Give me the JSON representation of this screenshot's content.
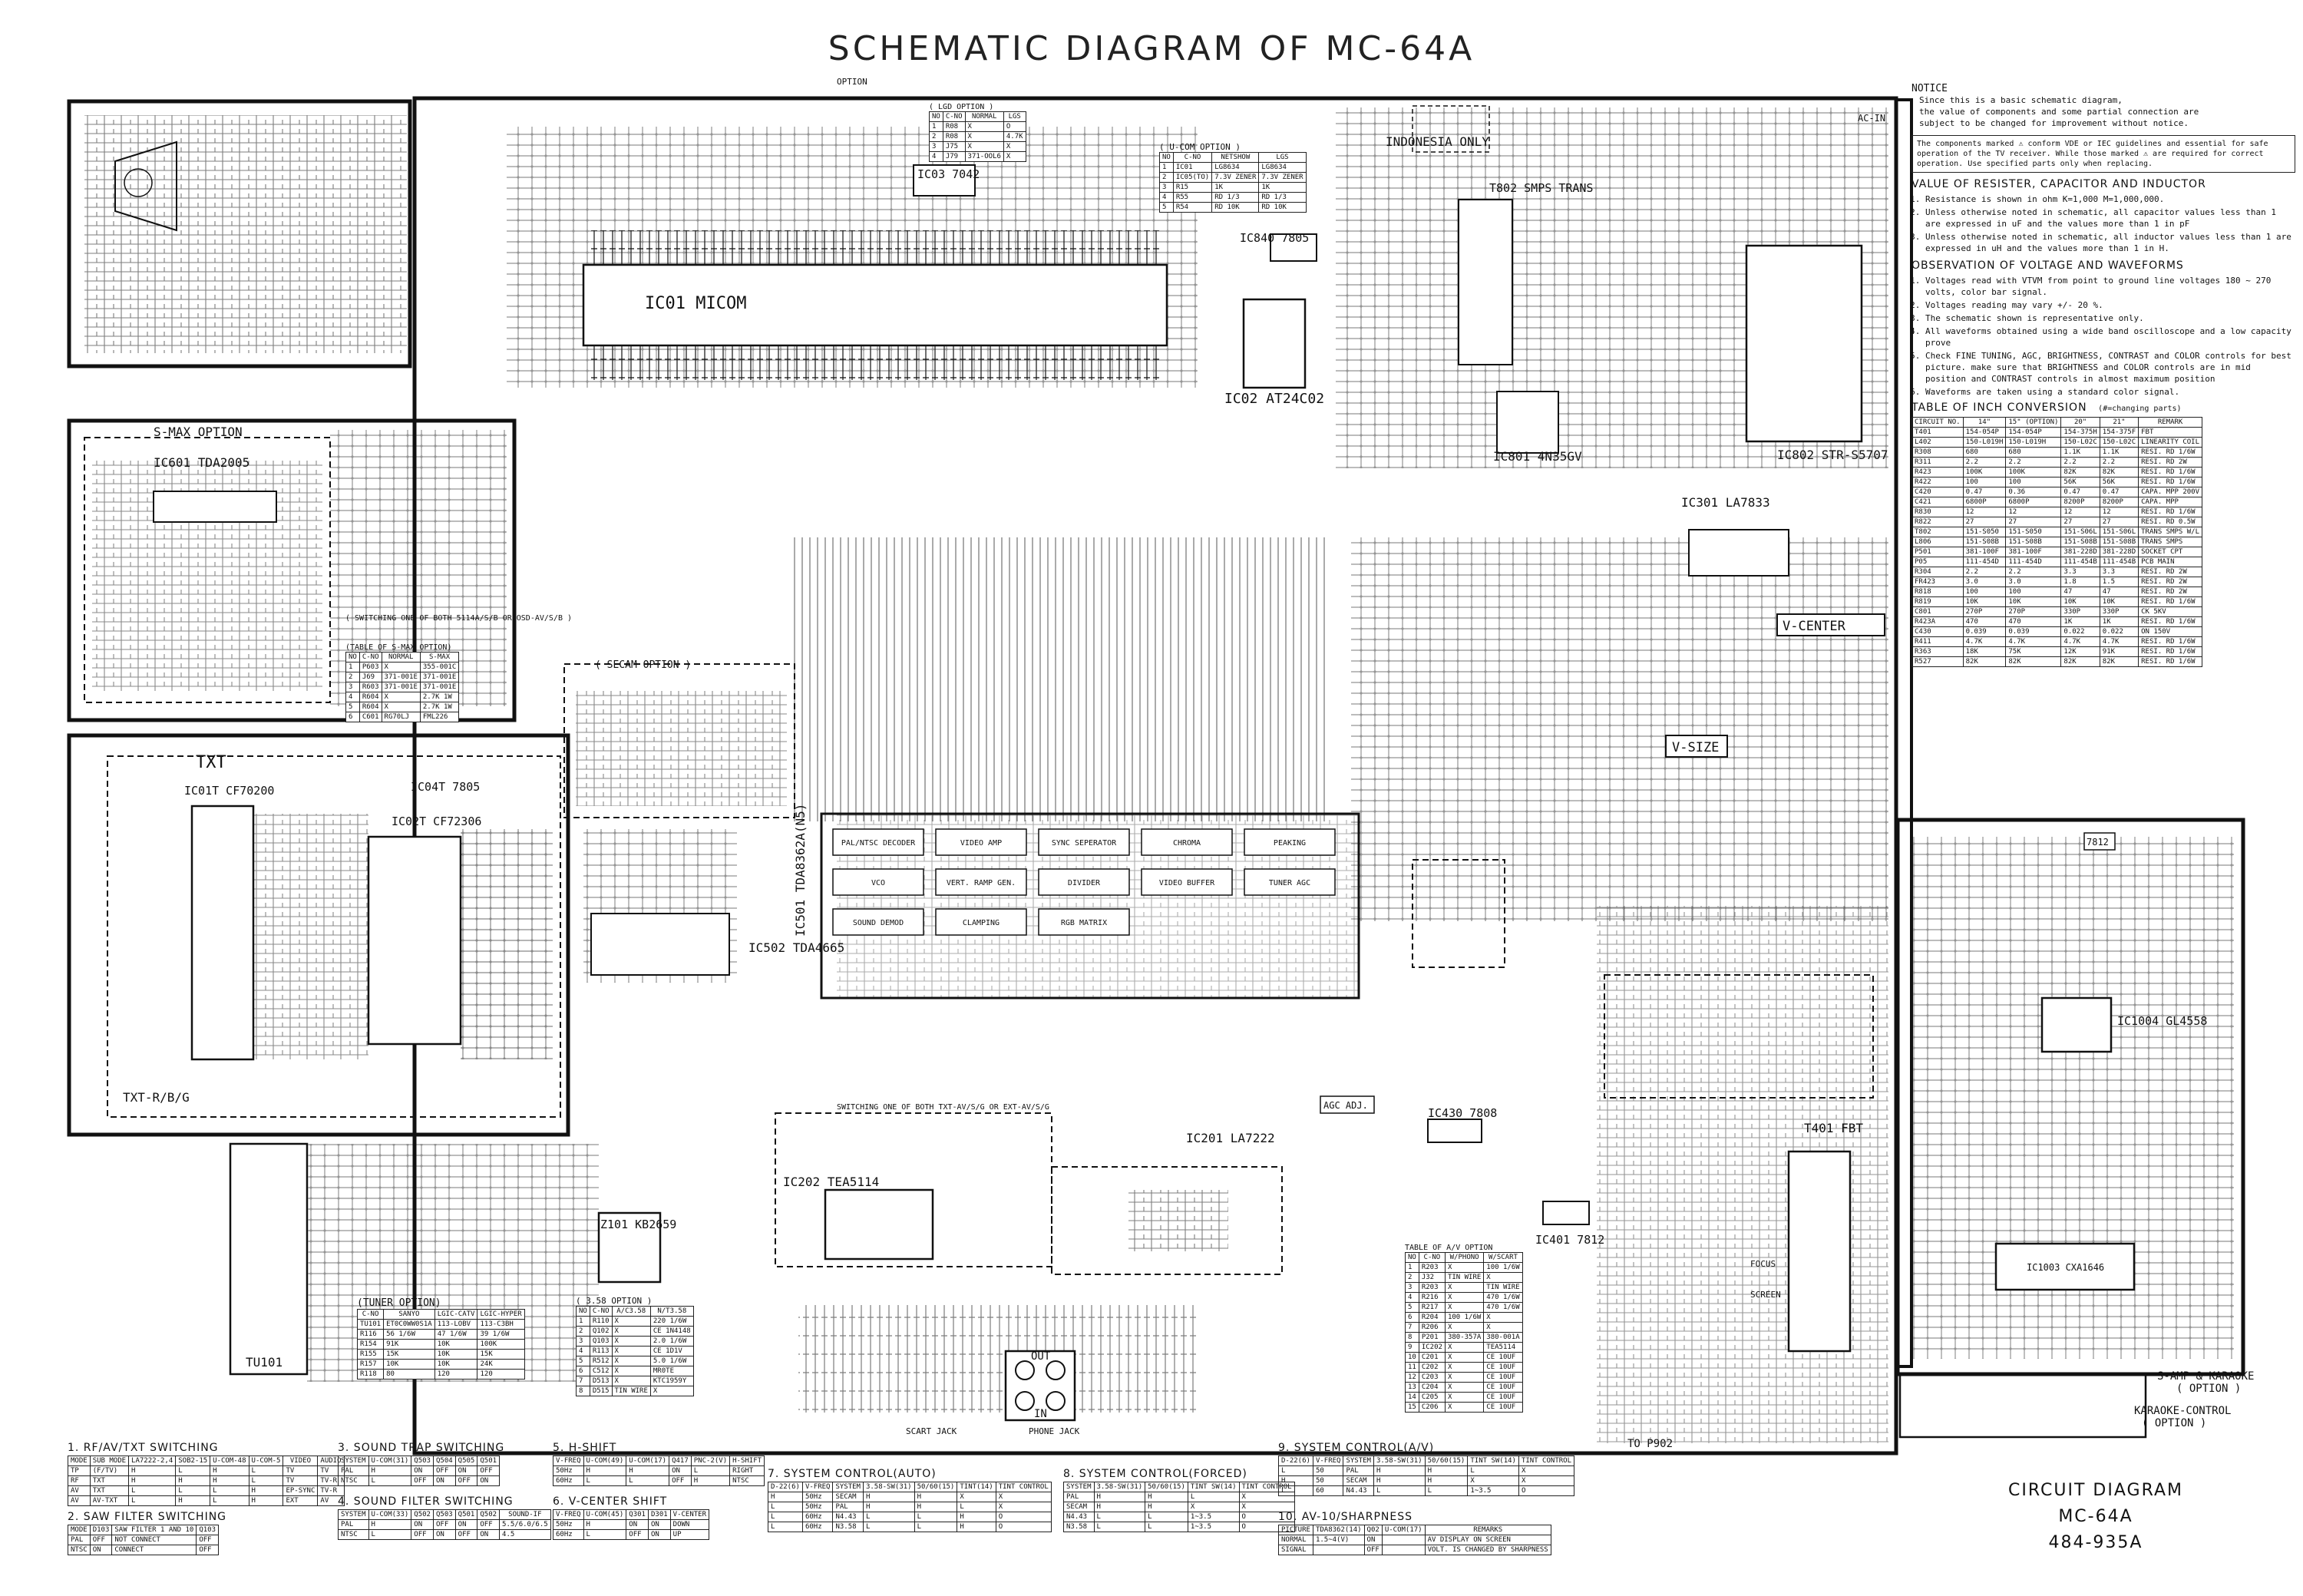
{
  "title": "SCHEMATIC DIAGRAM OF MC-64A",
  "notice": {
    "heading": "NOTICE",
    "lines": [
      "Since this is a basic schematic diagram,",
      "the value of components and some partial connection are",
      "subject to be changed for improvement without notice."
    ],
    "warning": "The components marked ⚠ conform VDE or IEC guidelines and essential for safe operation of the TV receiver. While those marked ⚠ are required for correct operation. Use specified parts only when replacing."
  },
  "value_section": {
    "heading": "VALUE OF RESISTER, CAPACITOR AND INDUCTOR",
    "items": [
      "Resistance is shown in ohm K=1,000 M=1,000,000.",
      "Unless otherwise noted in schematic, all capacitor values less than 1 are expressed in uF and the values more than 1 in pF",
      "Unless otherwise noted in schematic, all inductor values less than 1 are expressed in uH and the values more than 1 in H."
    ]
  },
  "observation_section": {
    "heading": "OBSERVATION OF VOLTAGE AND WAVEFORMS",
    "items": [
      "Voltages read with VTVM from point to ground line voltages 180 ~ 270 volts, color bar signal.",
      "Voltages reading may vary +/- 20 %.",
      "The schematic shown is representative only.",
      "All waveforms obtained using a wide band oscilloscope and a low capacity prove",
      "Check FINE TUNING, AGC, BRIGHTNESS, CONTRAST and COLOR controls for best picture. make sure that BRIGHTNESS and COLOR controls are in mid position and CONTRAST controls in almost maximum position",
      "Waveforms are taken using a standard color signal."
    ]
  },
  "inch_table": {
    "heading": "TABLE OF INCH CONVERSION",
    "note": "(#=changing parts)",
    "header": [
      "CIRCUIT NO.",
      "14\"",
      "15\" (OPTION)",
      "20\"",
      "21\"",
      "REMARK"
    ],
    "rows": [
      [
        "T401",
        "154-054P",
        "154-054P",
        "154-375H",
        "154-375F",
        "FBT"
      ],
      [
        "L402",
        "150-L019H",
        "150-L019H",
        "150-L02C",
        "150-L02C",
        "LINEARITY COIL"
      ],
      [
        "R308",
        "680",
        "680",
        "1.1K",
        "1.1K",
        "RESI. RD 1/6W"
      ],
      [
        "R311",
        "2.2",
        "2.2",
        "2.2",
        "2.2",
        "RESI. RD 2W"
      ],
      [
        "R423",
        "100K",
        "100K",
        "82K",
        "82K",
        "RESI. RD 1/6W"
      ],
      [
        "R422",
        "100",
        "100",
        "56K",
        "56K",
        "RESI. RD 1/6W"
      ],
      [
        "C420",
        "0.47",
        "0.36",
        "0.47",
        "0.47",
        "CAPA. MPP 200V"
      ],
      [
        "C421",
        "6800P",
        "6800P",
        "8200P",
        "8200P",
        "CAPA. MPP"
      ],
      [
        "R830",
        "12",
        "12",
        "12",
        "12",
        "RESI. RD 1/6W"
      ],
      [
        "R822",
        "27",
        "27",
        "27",
        "27",
        "RESI. RD 0.5W"
      ],
      [
        "T802",
        "151-S050",
        "151-S050",
        "151-S06L",
        "151-S06L",
        "TRANS SMPS W/L"
      ],
      [
        "L806",
        "151-S08B",
        "151-S08B",
        "151-S08B",
        "151-S08B",
        "TRANS SMPS"
      ],
      [
        "P501",
        "381-100F",
        "381-100F",
        "381-228D",
        "381-228D",
        "SOCKET CPT"
      ],
      [
        "P05",
        "111-454D",
        "111-454D",
        "111-454B",
        "111-454B",
        "PCB MAIN"
      ],
      [
        "R304",
        "2.2",
        "2.2",
        "3.3",
        "3.3",
        "RESI. RD 2W"
      ],
      [
        "FR423",
        "3.0",
        "3.0",
        "1.8",
        "1.5",
        "RESI. RD 2W"
      ],
      [
        "R818",
        "100",
        "100",
        "47",
        "47",
        "RESI. RD 2W"
      ],
      [
        "R819",
        "10K",
        "10K",
        "10K",
        "10K",
        "RESI. RD 1/6W"
      ],
      [
        "C801",
        "270P",
        "270P",
        "330P",
        "330P",
        "CK 5KV"
      ],
      [
        "R423A",
        "470",
        "470",
        "1K",
        "1K",
        "RESI. RD 1/6W"
      ],
      [
        "C430",
        "0.039",
        "0.039",
        "0.022",
        "0.022",
        "ON 150V"
      ],
      [
        "R411",
        "4.7K",
        "4.7K",
        "4.7K",
        "4.7K",
        "RESI. RD 1/6W"
      ],
      [
        "R363",
        "18K",
        "75K",
        "12K",
        "91K",
        "RESI. RD 1/6W"
      ],
      [
        "R527",
        "82K",
        "82K",
        "82K",
        "82K",
        "RESI. RD 1/6W"
      ]
    ]
  },
  "blocks": [
    {
      "id": "ic01",
      "label": "IC01 MICOM"
    },
    {
      "id": "ic02",
      "label": "IC02 AT24C02"
    },
    {
      "id": "ic03",
      "label": "IC03 7042"
    },
    {
      "id": "ic840",
      "label": "IC840 7805"
    },
    {
      "id": "ic601",
      "label": "IC601 TDA2005"
    },
    {
      "id": "smax",
      "label": "S-MAX OPTION"
    },
    {
      "id": "txt",
      "label": "TXT"
    },
    {
      "id": "ic01t",
      "label": "IC01T CF70200"
    },
    {
      "id": "ic02t",
      "label": "IC02T CF72306"
    },
    {
      "id": "ic04t",
      "label": "IC04T 7805"
    },
    {
      "id": "secam",
      "label": "( SECAM OPTION )"
    },
    {
      "id": "ic502",
      "label": "IC502 TDA4665"
    },
    {
      "id": "ic501",
      "label": "IC501 TDA8362A(N5)"
    },
    {
      "id": "ic301",
      "label": "IC301 LA7833"
    },
    {
      "id": "ic801",
      "label": "IC801 4N35GV"
    },
    {
      "id": "ic802",
      "label": "IC802 STR-S5707"
    },
    {
      "id": "t802",
      "label": "T802 SMPS TRANS"
    },
    {
      "id": "indonesia",
      "label": "INDONESIA ONLY"
    },
    {
      "id": "vcenter",
      "label": "V-CENTER"
    },
    {
      "id": "vsize",
      "label": "V-SIZE"
    },
    {
      "id": "ic201",
      "label": "IC201 LA7222"
    },
    {
      "id": "ic202",
      "label": "IC202 TEA5114"
    },
    {
      "id": "z101",
      "label": "Z101 KB2659"
    },
    {
      "id": "tu101",
      "label": "TU101"
    },
    {
      "id": "ic430",
      "label": "IC430 7808"
    },
    {
      "id": "ic401",
      "label": "IC401 7812"
    },
    {
      "id": "t401",
      "label": "T401 FBT"
    },
    {
      "id": "ic1004",
      "label": "IC1004 GL4558"
    },
    {
      "id": "ic1003",
      "label": "IC1003 CXA1646"
    },
    {
      "id": "ic7812",
      "label": "7812"
    }
  ],
  "ic501_blocks": [
    "PAL/NTSC DECODER",
    "VIDEO AMP",
    "SYNC SEPERATOR",
    "CHROMA",
    "PEAKING",
    "VCO",
    "VERT. RAMP GEN.",
    "DIVIDER",
    "VIDEO BUFFER",
    "TUNER AGC",
    "SOUND DEMOD",
    "CLAMPING",
    "RGB MATRIX"
  ],
  "tables": {
    "rf": {
      "title": "1. RF/AV/TXT SWITCHING",
      "header": [
        "MODE",
        "SUB MODE",
        "LA7222-2,4",
        "SOB2-15",
        "U-COM-48",
        "U-COM-5",
        "VIDEO",
        "AUDIO"
      ],
      "rows": [
        [
          "TP",
          "(F/TV)",
          "H",
          "L",
          "H",
          "L",
          "TV",
          "TV"
        ],
        [
          "RF",
          "TXT",
          "H",
          "H",
          "H",
          "L",
          "TV",
          "TV-R"
        ],
        [
          "AV",
          "TXT",
          "L",
          "L",
          "L",
          "H",
          "EP-SYNC",
          "TV-R"
        ],
        [
          "AV",
          "AV-TXT",
          "L",
          "H",
          "L",
          "H",
          "EXT",
          "AV"
        ]
      ]
    },
    "saw": {
      "title": "2. SAW FILTER SWITCHING",
      "header": [
        "MODE",
        "D103",
        "SAW FILTER 1 AND 10",
        "Q103"
      ],
      "rows": [
        [
          "PAL",
          "OFF",
          "NOT CONNECT",
          "OFF"
        ],
        [
          "NTSC",
          "ON",
          "CONNECT",
          "OFF"
        ]
      ]
    },
    "trap": {
      "title": "3. SOUND TRAP SWITCHING",
      "header": [
        "SYSTEM",
        "U-COM(31)",
        "Q503",
        "Q504",
        "Q505",
        "Q501"
      ],
      "rows": [
        [
          "PAL",
          "H",
          "ON",
          "OFF",
          "ON",
          "OFF"
        ],
        [
          "NTSC",
          "L",
          "OFF",
          "ON",
          "OFF",
          "ON"
        ]
      ]
    },
    "sfilter": {
      "title": "4. SOUND FILTER SWITCHING",
      "header": [
        "SYSTEM",
        "U-COM(33)",
        "Q502",
        "Q503",
        "Q501",
        "Q502",
        "SOUND-IF"
      ],
      "rows": [
        [
          "PAL",
          "H",
          "ON",
          "OFF",
          "ON",
          "OFF",
          "5.5/6.0/6.5"
        ],
        [
          "NTSC",
          "L",
          "OFF",
          "ON",
          "OFF",
          "ON",
          "4.5"
        ]
      ]
    },
    "hshift": {
      "title": "5. H-SHIFT",
      "header": [
        "V-FREQ",
        "U-COM(49)",
        "U-COM(17)",
        "Q417",
        "PNC-2(V)",
        "H-SHIFT"
      ],
      "rows": [
        [
          "50Hz",
          "H",
          "H",
          "ON",
          "L",
          "RIGHT"
        ],
        [
          "60Hz",
          "L",
          "L",
          "OFF",
          "H",
          "NTSC"
        ]
      ]
    },
    "vcenter": {
      "title": "6. V-CENTER SHIFT",
      "header": [
        "V-FREQ",
        "U-COM(45)",
        "Q301",
        "D301",
        "V-CENTER"
      ],
      "rows": [
        [
          "50Hz",
          "H",
          "ON",
          "ON",
          "DOWN"
        ],
        [
          "60Hz",
          "L",
          "OFF",
          "ON",
          "UP"
        ]
      ]
    },
    "sysauto": {
      "title": "7. SYSTEM CONTROL(AUTO)",
      "header": [
        "D-22(6)",
        "V-FREQ",
        "SYSTEM",
        "3.58-SW(31)",
        "50/60(15)",
        "TINT(14)",
        "TINT CONTROL"
      ],
      "rows": [
        [
          "H",
          "50Hz",
          "SECAM",
          "H",
          "H",
          "X",
          "X"
        ],
        [
          "L",
          "50Hz",
          "PAL",
          "H",
          "H",
          "L",
          "X"
        ],
        [
          "L",
          "60Hz",
          "N4.43",
          "L",
          "L",
          "H",
          "O"
        ],
        [
          "L",
          "60Hz",
          "N3.58",
          "L",
          "L",
          "H",
          "O"
        ]
      ]
    },
    "sysforced": {
      "title": "8. SYSTEM CONTROL(FORCED)",
      "header": [
        "SYSTEM",
        "3.58-SW(31)",
        "50/60(15)",
        "TINT SW(14)",
        "TINT CONTROL"
      ],
      "rows": [
        [
          "PAL",
          "H",
          "H",
          "L",
          "X"
        ],
        [
          "SECAM",
          "H",
          "H",
          "X",
          "X"
        ],
        [
          "N4.43",
          "L",
          "L",
          "1~3.5",
          "O"
        ],
        [
          "N3.58",
          "L",
          "L",
          "1~3.5",
          "O"
        ]
      ]
    },
    "sysav": {
      "title": "9. SYSTEM CONTROL(A/V)",
      "header": [
        "D-22(6)",
        "V-FREQ",
        "SYSTEM",
        "3.58-SW(31)",
        "50/60(15)",
        "TINT SW(14)",
        "TINT CONTROL"
      ],
      "rows": [
        [
          "L",
          "50",
          "PAL",
          "H",
          "H",
          "L",
          "X"
        ],
        [
          "H",
          "50",
          "SECAM",
          "H",
          "H",
          "X",
          "X"
        ],
        [
          "L",
          "60",
          "N4.43",
          "L",
          "L",
          "1~3.5",
          "O"
        ]
      ]
    },
    "sharp": {
      "title": "10. AV-10/SHARPNESS",
      "header": [
        "PICTURE",
        "TDA8362(14)",
        "Q02",
        "U-COM(17)",
        "REMARKS"
      ],
      "rows": [
        [
          "NORMAL",
          "1.5~4(V)",
          "ON",
          "",
          "AV DISPLAY ON SCREEN"
        ],
        [
          "SIGNAL",
          "",
          "OFF",
          "",
          "VOLT. IS CHANGED BY SHARPNESS"
        ]
      ]
    },
    "ucom_opt": {
      "title": "( U-COM OPTION )",
      "header": [
        "NO",
        "C-NO",
        "NETSHOW",
        "LGS"
      ],
      "rows": [
        [
          "1",
          "IC01",
          "LG8634",
          "LG8634"
        ],
        [
          "2",
          "IC05(TO)",
          "7.3V ZENER",
          "7.3V ZENER"
        ],
        [
          "3",
          "R15",
          "1K",
          "1K"
        ],
        [
          "4",
          "R55",
          "RD 1/3",
          "RD 1/3"
        ],
        [
          "5",
          "R54",
          "RD 10K",
          "RD 10K"
        ]
      ]
    },
    "lgd_opt": {
      "title": "( LGD OPTION )",
      "header": [
        "NO",
        "C-NO",
        "NORMAL",
        "LGS"
      ],
      "rows": [
        [
          "1",
          "R08",
          "X",
          "O"
        ],
        [
          "2",
          "R08",
          "X",
          "4.7K"
        ],
        [
          "3",
          "J75",
          "X",
          "X"
        ],
        [
          "4",
          "J79",
          "371-OOL6",
          "X"
        ]
      ]
    },
    "smax_tbl": {
      "title": "(TABLE OF S-MAX OPTION)",
      "header": [
        "NO",
        "C-NO",
        "NORMAL",
        "S-MAX"
      ],
      "rows": [
        [
          "1",
          "P603",
          "X",
          "355-001C"
        ],
        [
          "2",
          "J69",
          "371-001E",
          "371-001E"
        ],
        [
          "3",
          "R603",
          "371-001E",
          "371-001E"
        ],
        [
          "4",
          "R604",
          "X",
          "2.7K 1W"
        ],
        [
          "5",
          "R604",
          "X",
          "2.7K 1W"
        ],
        [
          "6",
          "C601",
          "RG70LJ",
          "FML226"
        ]
      ]
    },
    "tuner_opt": {
      "title": "(TUNER OPTION)",
      "header": [
        "C-NO",
        "SANYO",
        "LGIC-CATV",
        "LGIC-HYPER"
      ],
      "rows": [
        [
          "TU101",
          "ET0C0WW0S1A",
          "113-LOBV",
          "113-C3BH"
        ],
        [
          "R116",
          "56 1/6W",
          "47 1/6W",
          "39 1/6W"
        ],
        [
          "R154",
          "91K",
          "10K",
          "100K"
        ],
        [
          "R155",
          "15K",
          "10K",
          "15K"
        ],
        [
          "R157",
          "10K",
          "10K",
          "24K"
        ],
        [
          "R118",
          "80",
          "120",
          "120"
        ]
      ]
    },
    "opt358": {
      "title": "( 3.58 OPTION )",
      "header": [
        "NO",
        "C-NO",
        "A/C3.58",
        "N/T3.58"
      ],
      "rows": [
        [
          "1",
          "R110",
          "X",
          "220 1/6W"
        ],
        [
          "2",
          "Q102",
          "X",
          "CE 1N4148"
        ],
        [
          "3",
          "Q103",
          "X",
          "2.0 1/6W"
        ],
        [
          "4",
          "R113",
          "X",
          "CE 1D1V"
        ],
        [
          "5",
          "R512",
          "X",
          "5.0 1/6W"
        ],
        [
          "6",
          "C512",
          "X",
          "MR0TE"
        ],
        [
          "7",
          "D513",
          "X",
          "KTC1959Y"
        ],
        [
          "8",
          "D515",
          "TIN WIRE",
          "X"
        ]
      ]
    },
    "av_opt": {
      "title": "TABLE OF A/V OPTION",
      "header": [
        "NO",
        "C-NO",
        "W/PHONO",
        "W/SCART"
      ],
      "rows": [
        [
          "1",
          "R203",
          "X",
          "100 1/6W"
        ],
        [
          "2",
          "J32",
          "TIN WIRE",
          "X"
        ],
        [
          "3",
          "R203",
          "X",
          "TIN WIRE"
        ],
        [
          "4",
          "R216",
          "X",
          "470 1/6W"
        ],
        [
          "5",
          "R217",
          "X",
          "470 1/6W"
        ],
        [
          "6",
          "R204",
          "100 1/6W",
          "X"
        ],
        [
          "7",
          "R206",
          "X",
          "X"
        ],
        [
          "8",
          "P201",
          "380-357A",
          "380-001A"
        ],
        [
          "9",
          "IC202",
          "X",
          "TEA5114"
        ],
        [
          "10",
          "C201",
          "X",
          "CE 10UF"
        ],
        [
          "11",
          "C202",
          "X",
          "CE 10UF"
        ],
        [
          "12",
          "C203",
          "X",
          "CE 10UF"
        ],
        [
          "13",
          "C204",
          "X",
          "CE 10UF"
        ],
        [
          "14",
          "C205",
          "X",
          "CE 10UF"
        ],
        [
          "15",
          "C206",
          "X",
          "CE 10UF"
        ]
      ]
    }
  },
  "caption": {
    "line1": "CIRCUIT DIAGRAM",
    "line2": "MC-64A",
    "line3": "484-935A"
  },
  "misc_labels": {
    "tops_label": "TO P902",
    "karaoke": "S-AMP & KARAOKE",
    "karaoke_opt": "( OPTION )",
    "karaoke_ctrl": "KARAOKE-CONTROL",
    "karaoke_ctrl_opt": "( OPTION )",
    "scart": "SCART JACK",
    "phone": "PHONE JACK",
    "out": "OUT",
    "in": "IN",
    "txt_rbg": "TXT-R/B/G",
    "switching_note": "SWITCHING ONE OF BOTH TXT-AV/S/G OR EXT-AV/S/G",
    "switching_note2": "( SWITCHING ONE OF BOTH 5114A/S/B OR OSD-AV/S/B )",
    "option": "OPTION",
    "agc_adj": "AGC ADJ.",
    "ac_in": "AC-IN",
    "focus": "FOCUS",
    "screen": "SCREEN"
  },
  "colors": {
    "line": "#111111",
    "background": "#ffffff"
  }
}
